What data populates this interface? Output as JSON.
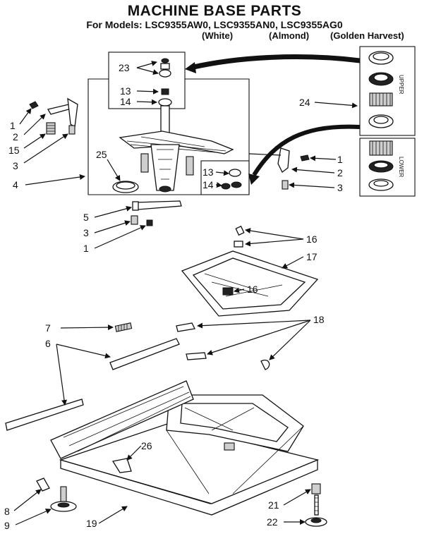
{
  "header": {
    "title": "MACHINE BASE PARTS",
    "subtitle": "For Models: LSC9355AW0, LSC9355AN0, LSC9355AG0",
    "colors": [
      "(White)",
      "(Almond)",
      "(Golden Harvest)"
    ]
  },
  "inset": {
    "upper_label": "UPPER",
    "lower_label": "LOWER"
  },
  "callouts": {
    "c23": "23",
    "c13a": "13",
    "c14a": "14",
    "c24": "24",
    "c1a": "1",
    "c2a": "2",
    "c15": "15",
    "c3a": "3",
    "c4": "4",
    "c25": "25",
    "c13b": "13",
    "c14b": "14",
    "c1b": "1",
    "c2b": "2",
    "c3b": "3",
    "c5": "5",
    "c3c": "3",
    "c1c": "1",
    "c16a": "16",
    "c17": "17",
    "c16b": "16",
    "c7": "7",
    "c6": "6",
    "c18": "18",
    "c26": "26",
    "c8": "8",
    "c9": "9",
    "c19": "19",
    "c21": "21",
    "c22": "22"
  },
  "colors": {
    "ink": "#111111",
    "paper": "#ffffff"
  }
}
